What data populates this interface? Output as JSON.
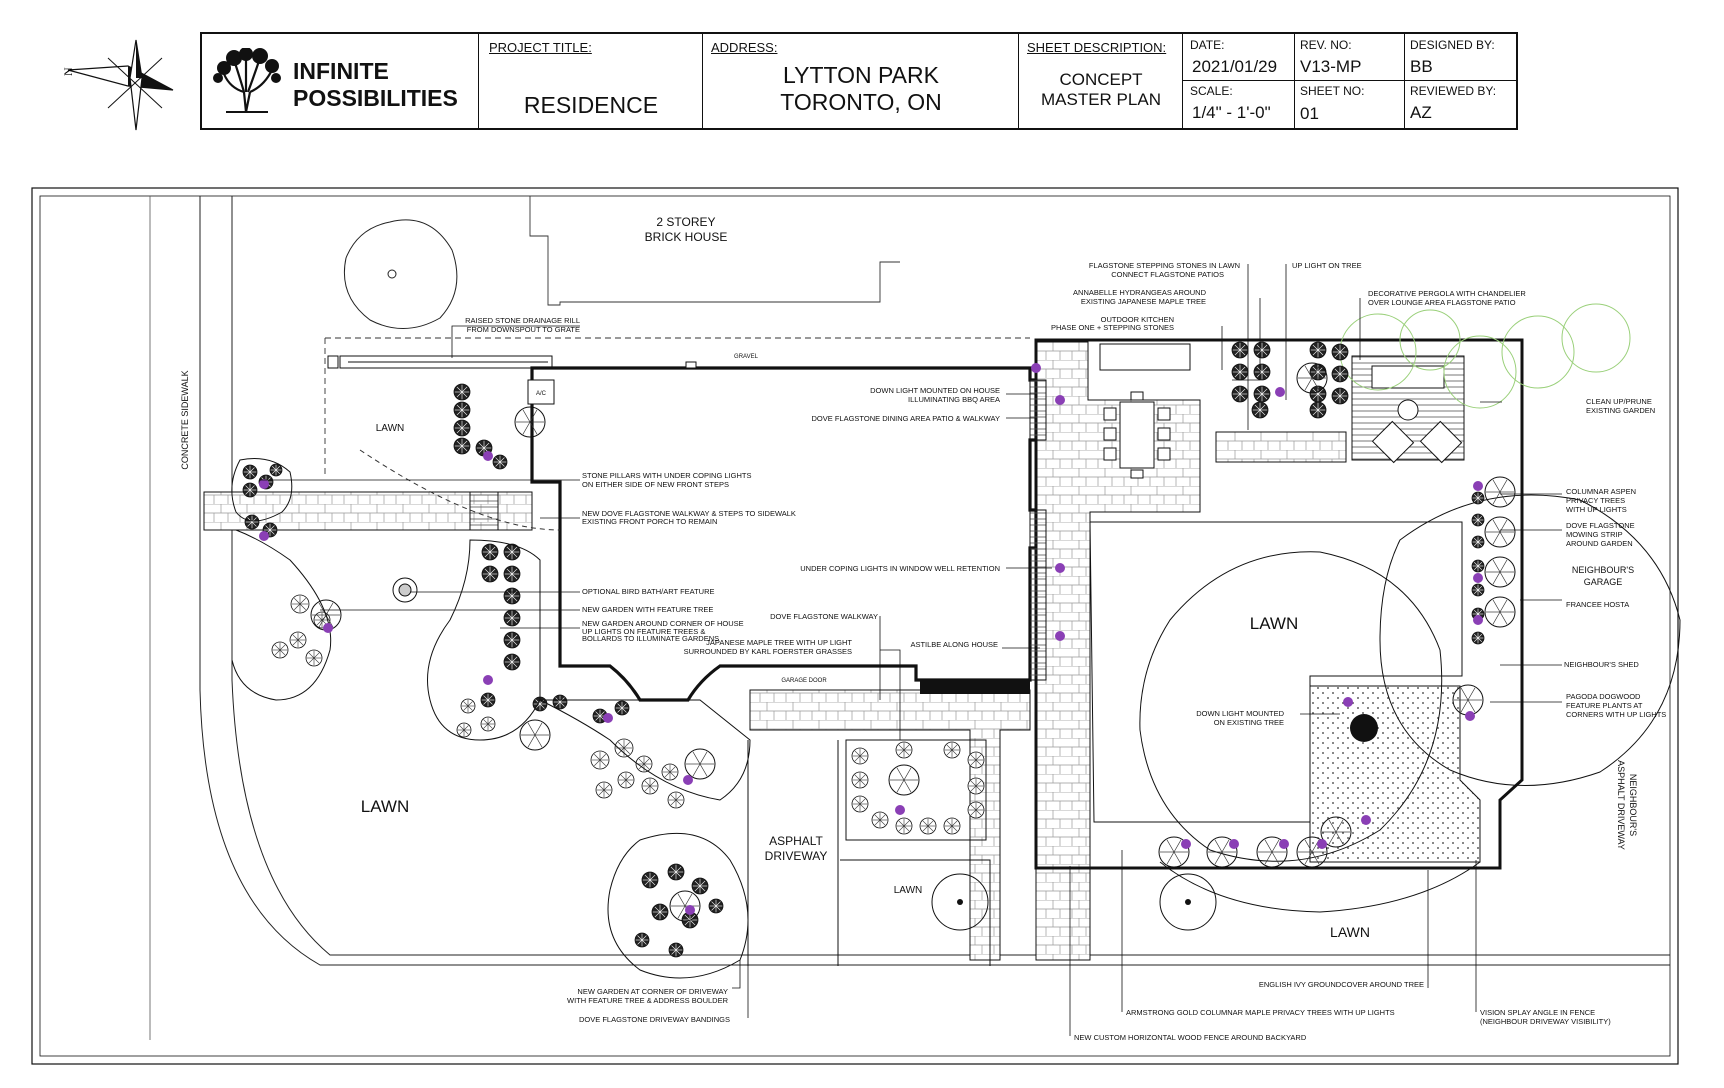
{
  "title_block": {
    "company_line1": "INFINITE",
    "company_line2": "POSSIBILITIES",
    "project_title_label": "PROJECT TITLE:",
    "project_title": "RESIDENCE",
    "address_label": "ADDRESS:",
    "address_line1": "LYTTON PARK",
    "address_line2": "TORONTO, ON",
    "sheet_desc_label": "SHEET DESCRIPTION:",
    "sheet_desc_line1": "CONCEPT",
    "sheet_desc_line2": "MASTER PLAN",
    "date_label": "DATE:",
    "date": "2021/01/29",
    "rev_label": "REV. NO:",
    "rev": "V13-MP",
    "designed_label": "DESIGNED BY:",
    "designed": "BB",
    "scale_label": "SCALE:",
    "scale": "1/4\" - 1'-0\"",
    "sheet_no_label": "SHEET NO:",
    "sheet_no": "01",
    "reviewed_label": "REVIEWED BY:",
    "reviewed": "AZ"
  },
  "north_arrow": {
    "icon": "north-arrow-icon",
    "letter": "N"
  },
  "area_labels": {
    "house_line1": "2 STOREY",
    "house_line2": "BRICK HOUSE",
    "concrete_sidewalk": "CONCRETE SIDEWALK",
    "lawn_front_top": "LAWN",
    "lawn_front": "LAWN",
    "lawn_back": "LAWN",
    "lawn_bottom": "LAWN",
    "lawn_driveway": "LAWN",
    "asphalt_driveway_line1": "ASPHALT",
    "asphalt_driveway_line2": "DRIVEWAY",
    "neighbours_garage_line1": "NEIGHBOUR'S",
    "neighbours_garage_line2": "GARAGE",
    "neighbours_driveway_line1": "NEIGHBOUR'S",
    "neighbours_driveway_line2": "ASPHALT DRIVEWAY",
    "gravel": "GRAVEL",
    "garage_door": "GARAGE DOOR",
    "ac": "A/C"
  },
  "notes": {
    "drainage_1": "RAISED STONE DRAINAGE RILL",
    "drainage_2": "FROM DOWNSPOUT TO GRATE",
    "pillars_1": "STONE PILLARS WITH UNDER COPING LIGHTS",
    "pillars_2": "ON EITHER SIDE OF NEW FRONT STEPS",
    "walkway_1": "NEW DOVE FLAGSTONE WALKWAY & STEPS TO SIDEWALK",
    "walkway_2": "EXISTING FRONT PORCH TO REMAIN",
    "birdbath": "OPTIONAL BIRD BATH/ART FEATURE",
    "feature_tree": "NEW GARDEN WITH FEATURE TREE",
    "corner_garden_1": "NEW GARDEN AROUND CORNER OF HOUSE",
    "corner_garden_2": "UP LIGHTS ON FEATURE TREES &",
    "corner_garden_3": "BOLLARDS TO ILLUMINATE GARDENS",
    "stepping_1": "FLAGSTONE STEPPING STONES IN LAWN",
    "stepping_2": "CONNECT FLAGSTONE PATIOS",
    "hydrangeas_1": "ANNABELLE HYDRANGEAS AROUND",
    "hydrangeas_2": "EXISTING JAPANESE MAPLE TREE",
    "kitchen_1": "OUTDOOR KITCHEN",
    "kitchen_2": "PHASE ONE + STEPPING STONES",
    "uplight_tree": "UP LIGHT ON TREE",
    "pergola_1": "DECORATIVE PERGOLA WITH CHANDELIER",
    "pergola_2": "OVER LOUNGE AREA FLAGSTONE PATIO",
    "downlight_house_1": "DOWN LIGHT MOUNTED ON HOUSE",
    "downlight_house_2": "ILLUMINATING BBQ AREA",
    "dining_patio": "DOVE FLAGSTONE DINING AREA PATIO & WALKWAY",
    "window_well": "UNDER COPING LIGHTS IN WINDOW WELL RETENTION",
    "dove_walkway": "DOVE FLAGSTONE WALKWAY",
    "maple_1": "JAPANESE MAPLE TREE WITH UP LIGHT",
    "maple_2": "SURROUNDED BY KARL FOERSTER GRASSES",
    "astilbe": "ASTILBE ALONG HOUSE",
    "cleanup_1": "CLEAN UP/PRUNE",
    "cleanup_2": "EXISTING GARDEN",
    "aspen_1": "COLUMNAR ASPEN",
    "aspen_2": "PRIVACY TREES",
    "aspen_3": "WITH UP LIGHTS",
    "mowing_1": "DOVE FLAGSTONE",
    "mowing_2": "MOWING STRIP",
    "mowing_3": "AROUND GARDEN",
    "hosta": "FRANCEE HOSTA",
    "shed": "NEIGHBOUR'S SHED",
    "dogwood_1": "PAGODA DOGWOOD",
    "dogwood_2": "FEATURE PLANTS AT",
    "dogwood_3": "CORNERS WITH UP LIGHTS",
    "downlight_tree_1": "DOWN LIGHT MOUNTED",
    "downlight_tree_2": "ON EXISTING TREE",
    "ivy": "ENGLISH IVY GROUNDCOVER AROUND TREE",
    "maple_privacy": "ARMSTRONG GOLD COLUMNAR MAPLE PRIVACY TREES WITH UP LIGHTS",
    "splay_1": "VISION SPLAY ANGLE IN FENCE",
    "splay_2": "(NEIGHBOUR DRIVEWAY VISIBILITY)",
    "fence": "NEW CUSTOM HORIZONTAL WOOD FENCE AROUND BACKYARD",
    "driveway_garden_1": "NEW GARDEN AT CORNER OF DRIVEWAY",
    "driveway_garden_2": "WITH FEATURE TREE & ADDRESS BOULDER",
    "bandings": "DOVE FLAGSTONE DRIVEWAY BANDINGS"
  },
  "colors": {
    "linework": "#111111",
    "light_fixture": "#8a3fb5",
    "existing_vegetation": "#9ad07a"
  }
}
